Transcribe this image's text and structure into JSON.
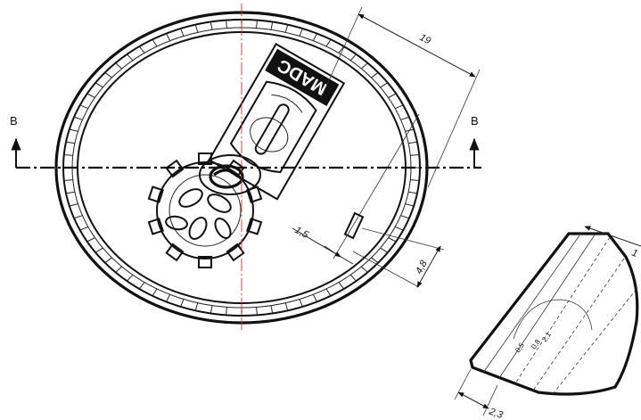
{
  "section_markers": {
    "left": "B",
    "right": "B"
  },
  "dimensions": {
    "length": "19",
    "slot_width": "1,5",
    "slot_height": "4,8",
    "detail_width": "2,3",
    "detail_top": "1",
    "detail_small_1": "0,5",
    "detail_small_2": "0,8",
    "detail_small_3": "2,1"
  },
  "emblem_lettering": "MADC",
  "colors": {
    "centerline": "#c0392b",
    "line": "#111111"
  }
}
